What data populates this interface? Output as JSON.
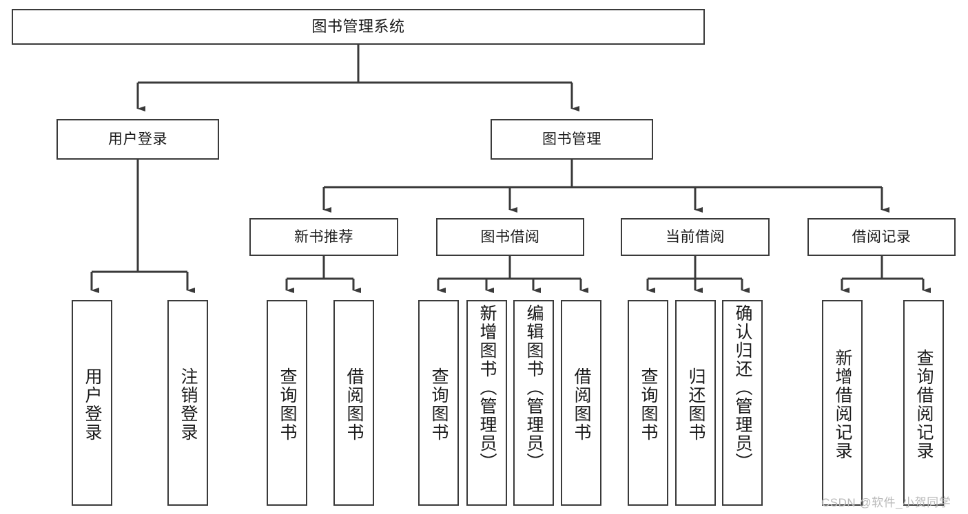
{
  "diagram": {
    "type": "hierarchy-tree",
    "title": "图书管理系统",
    "root": {
      "label": "图书管理系统"
    },
    "level1": [
      {
        "label": "用户登录"
      },
      {
        "label": "图书管理"
      }
    ],
    "level2": [
      {
        "label": "新书推荐"
      },
      {
        "label": "图书借阅"
      },
      {
        "label": "当前借阅"
      },
      {
        "label": "借阅记录"
      }
    ],
    "leaves": {
      "user_login": [
        {
          "label": "用户登录"
        },
        {
          "label": "注销登录"
        }
      ],
      "new_book_recommend": [
        {
          "label": "查询图书"
        },
        {
          "label": "借阅图书"
        }
      ],
      "book_borrow": [
        {
          "label": "查询图书"
        },
        {
          "label": "新增图书（管理员）"
        },
        {
          "label": "编辑图书（管理员）"
        },
        {
          "label": "借阅图书"
        }
      ],
      "current_borrow": [
        {
          "label": "查询图书"
        },
        {
          "label": "归还图书"
        },
        {
          "label": "确认归还（管理员）"
        }
      ],
      "borrow_record": [
        {
          "label": "新增借阅记录"
        },
        {
          "label": "查询借阅记录"
        }
      ]
    }
  },
  "watermark": {
    "text": "CSDN @软件_小贺同学"
  },
  "colors": {
    "box_border": "#3a3a3a",
    "background": "#ffffff",
    "text": "#1a1a1a",
    "watermark": "#b9b9b9"
  }
}
